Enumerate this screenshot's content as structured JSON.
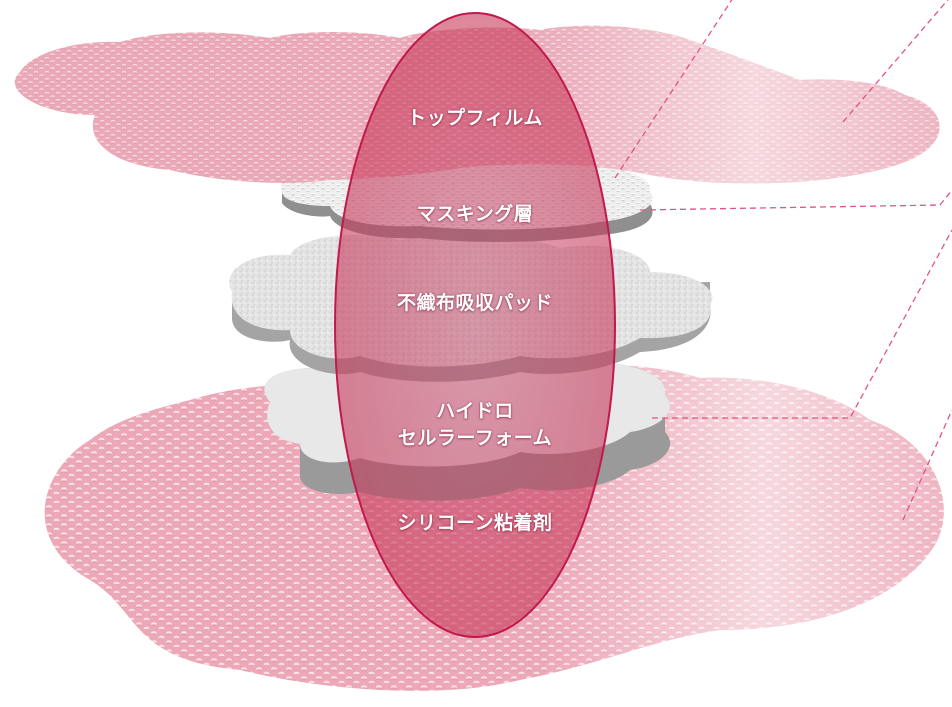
{
  "diagram": {
    "layers": [
      {
        "id": "top-film",
        "label": "トップフィルム"
      },
      {
        "id": "masking",
        "label": "マスキング層"
      },
      {
        "id": "pad",
        "label": "不織布吸収パッド"
      },
      {
        "id": "foam",
        "label_lines": [
          "ハイドロ",
          "セルラーフォーム"
        ]
      },
      {
        "id": "silicone",
        "label": "シリコーン粘着剤"
      }
    ],
    "colors": {
      "pink_layer": "#e9a3b3",
      "pink_light": "#f6d5dd",
      "white_layer": "#e6e6e6",
      "pad_gray": "#c9c9c9",
      "oval_fill": "#c8385a",
      "oval_stroke": "#c2184b",
      "leader_line": "#e2557e",
      "label_text": "#ffffff"
    }
  }
}
